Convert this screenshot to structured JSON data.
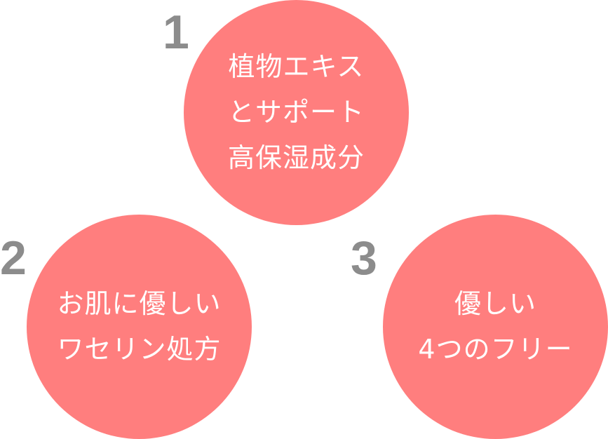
{
  "colors": {
    "circle_fill": "#ff7e7e",
    "number_color": "#8c8c8c",
    "text_color": "#ffffff"
  },
  "features": [
    {
      "number": "1",
      "lines": [
        "植物エキス",
        "とサポート",
        "高保湿成分"
      ]
    },
    {
      "number": "2",
      "lines": [
        "お肌に優しい",
        "ワセリン処方"
      ]
    },
    {
      "number": "3",
      "lines": [
        "優しい",
        "4つのフリー"
      ]
    }
  ]
}
